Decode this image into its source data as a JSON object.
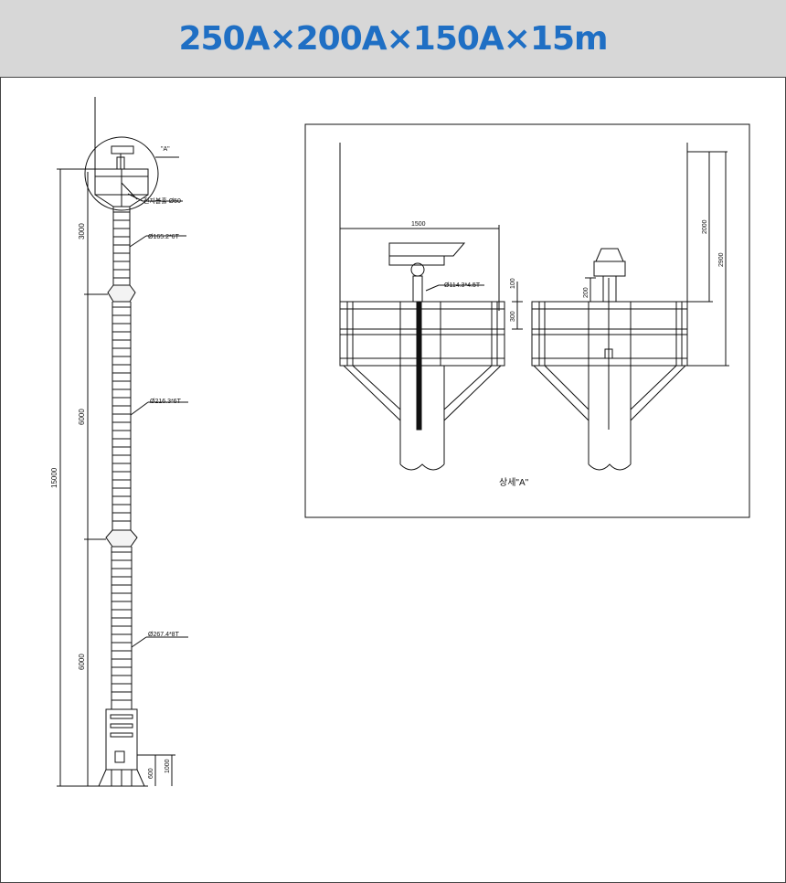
{
  "header": {
    "title": "250A×200A×150A×15m",
    "title_color": "#1f6fc4"
  },
  "pole": {
    "label_detail_ref": "\"A\"",
    "label_hole": "전지볼홀 Ø50",
    "label_pipe_top": "Ø165.2*6T",
    "label_pipe_mid": "Ø216.3*6T",
    "label_pipe_bottom": "Ø267.4*8T",
    "dim_total": "15000",
    "dim_top": "3000",
    "dim_mid": "6000",
    "dim_bottom": "6000",
    "dim_box": "600",
    "dim_base": "1000"
  },
  "detail": {
    "title": "상세\"A\"",
    "dim_width": "1500",
    "dim_2000": "2000",
    "dim_2900": "2900",
    "dim_100": "100",
    "dim_300": "300",
    "dim_200": "200",
    "label_pipe": "Ø114.3*4.5T"
  }
}
